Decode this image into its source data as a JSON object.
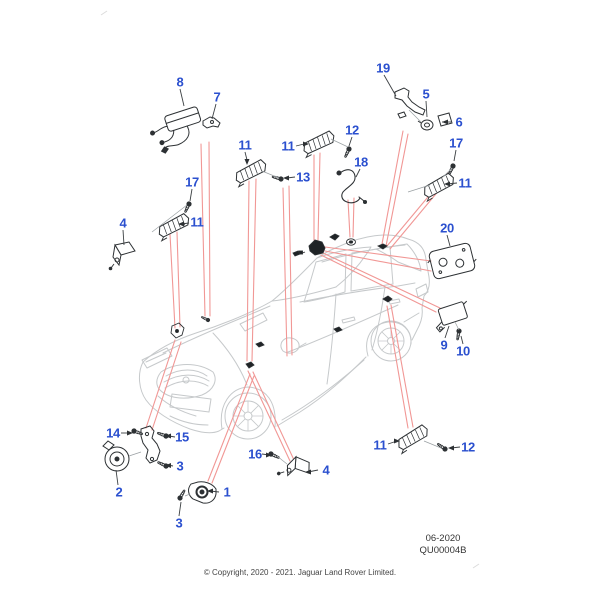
{
  "diagram": {
    "type": "vehicle-parts-exploded-diagram",
    "subject": "SUV body line illustration with numbered antenna, sensor and module callouts",
    "colors": {
      "callout_blue": "#2b50cf",
      "leader_red": "#f19795",
      "car_line_gray": "#c6c9cb",
      "part_line_dark": "#2d3134",
      "background": "#ffffff"
    },
    "part_glyphs": {
      "1": "bracket-with-grommet",
      "2": "siren-round-module",
      "3": "screw",
      "4": "sensor-with-bracket",
      "5": "round-sensor",
      "6": "square-pad",
      "7": "small-bracket",
      "8": "module-with-wiring-harness",
      "9": "bracket-module",
      "10": "screw",
      "11": "strip-antenna",
      "12": "screw",
      "13": "screw",
      "14": "screw",
      "15": "screw",
      "16": "screw",
      "17": "screw",
      "18": "cable-loop",
      "19": "mounting-bracket",
      "20": "control-module-box"
    },
    "callouts": [
      {
        "label": "8"
      },
      {
        "label": "7"
      },
      {
        "label": "19"
      },
      {
        "label": "5"
      },
      {
        "label": "6"
      },
      {
        "label": "11"
      },
      {
        "label": "11"
      },
      {
        "label": "12"
      },
      {
        "label": "13"
      },
      {
        "label": "18"
      },
      {
        "label": "17"
      },
      {
        "label": "11"
      },
      {
        "label": "17"
      },
      {
        "label": "11"
      },
      {
        "label": "4"
      },
      {
        "label": "20"
      },
      {
        "label": "9"
      },
      {
        "label": "10"
      },
      {
        "label": "14"
      },
      {
        "label": "15"
      },
      {
        "label": "3"
      },
      {
        "label": "2"
      },
      {
        "label": "1"
      },
      {
        "label": "3"
      },
      {
        "label": "16"
      },
      {
        "label": "4"
      },
      {
        "label": "11"
      },
      {
        "label": "12"
      }
    ],
    "title_block": {
      "date_code": "06-2020",
      "drawing_code": "QU00004B"
    },
    "copyright": "© Copyright, 2020 - 2021. Jaguar Land Rover Limited."
  }
}
